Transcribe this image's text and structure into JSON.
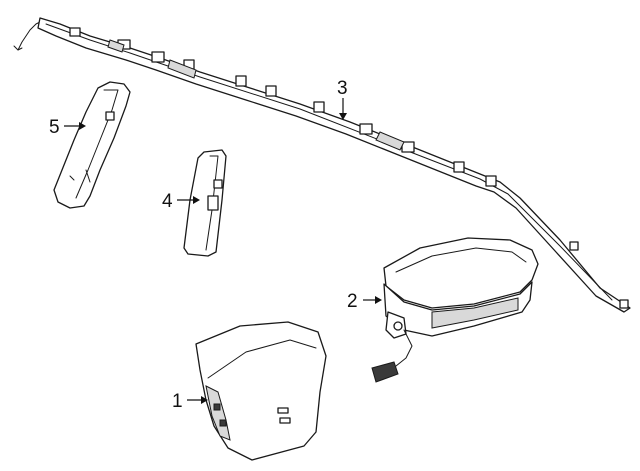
{
  "callouts": [
    {
      "id": "1",
      "text": "1"
    },
    {
      "id": "2",
      "text": "2"
    },
    {
      "id": "3",
      "text": "3"
    },
    {
      "id": "4",
      "text": "4"
    },
    {
      "id": "5",
      "text": "5"
    }
  ],
  "colors": {
    "line": "#1a1a1a",
    "background": "#ffffff",
    "shade": "#d9d9d9"
  }
}
